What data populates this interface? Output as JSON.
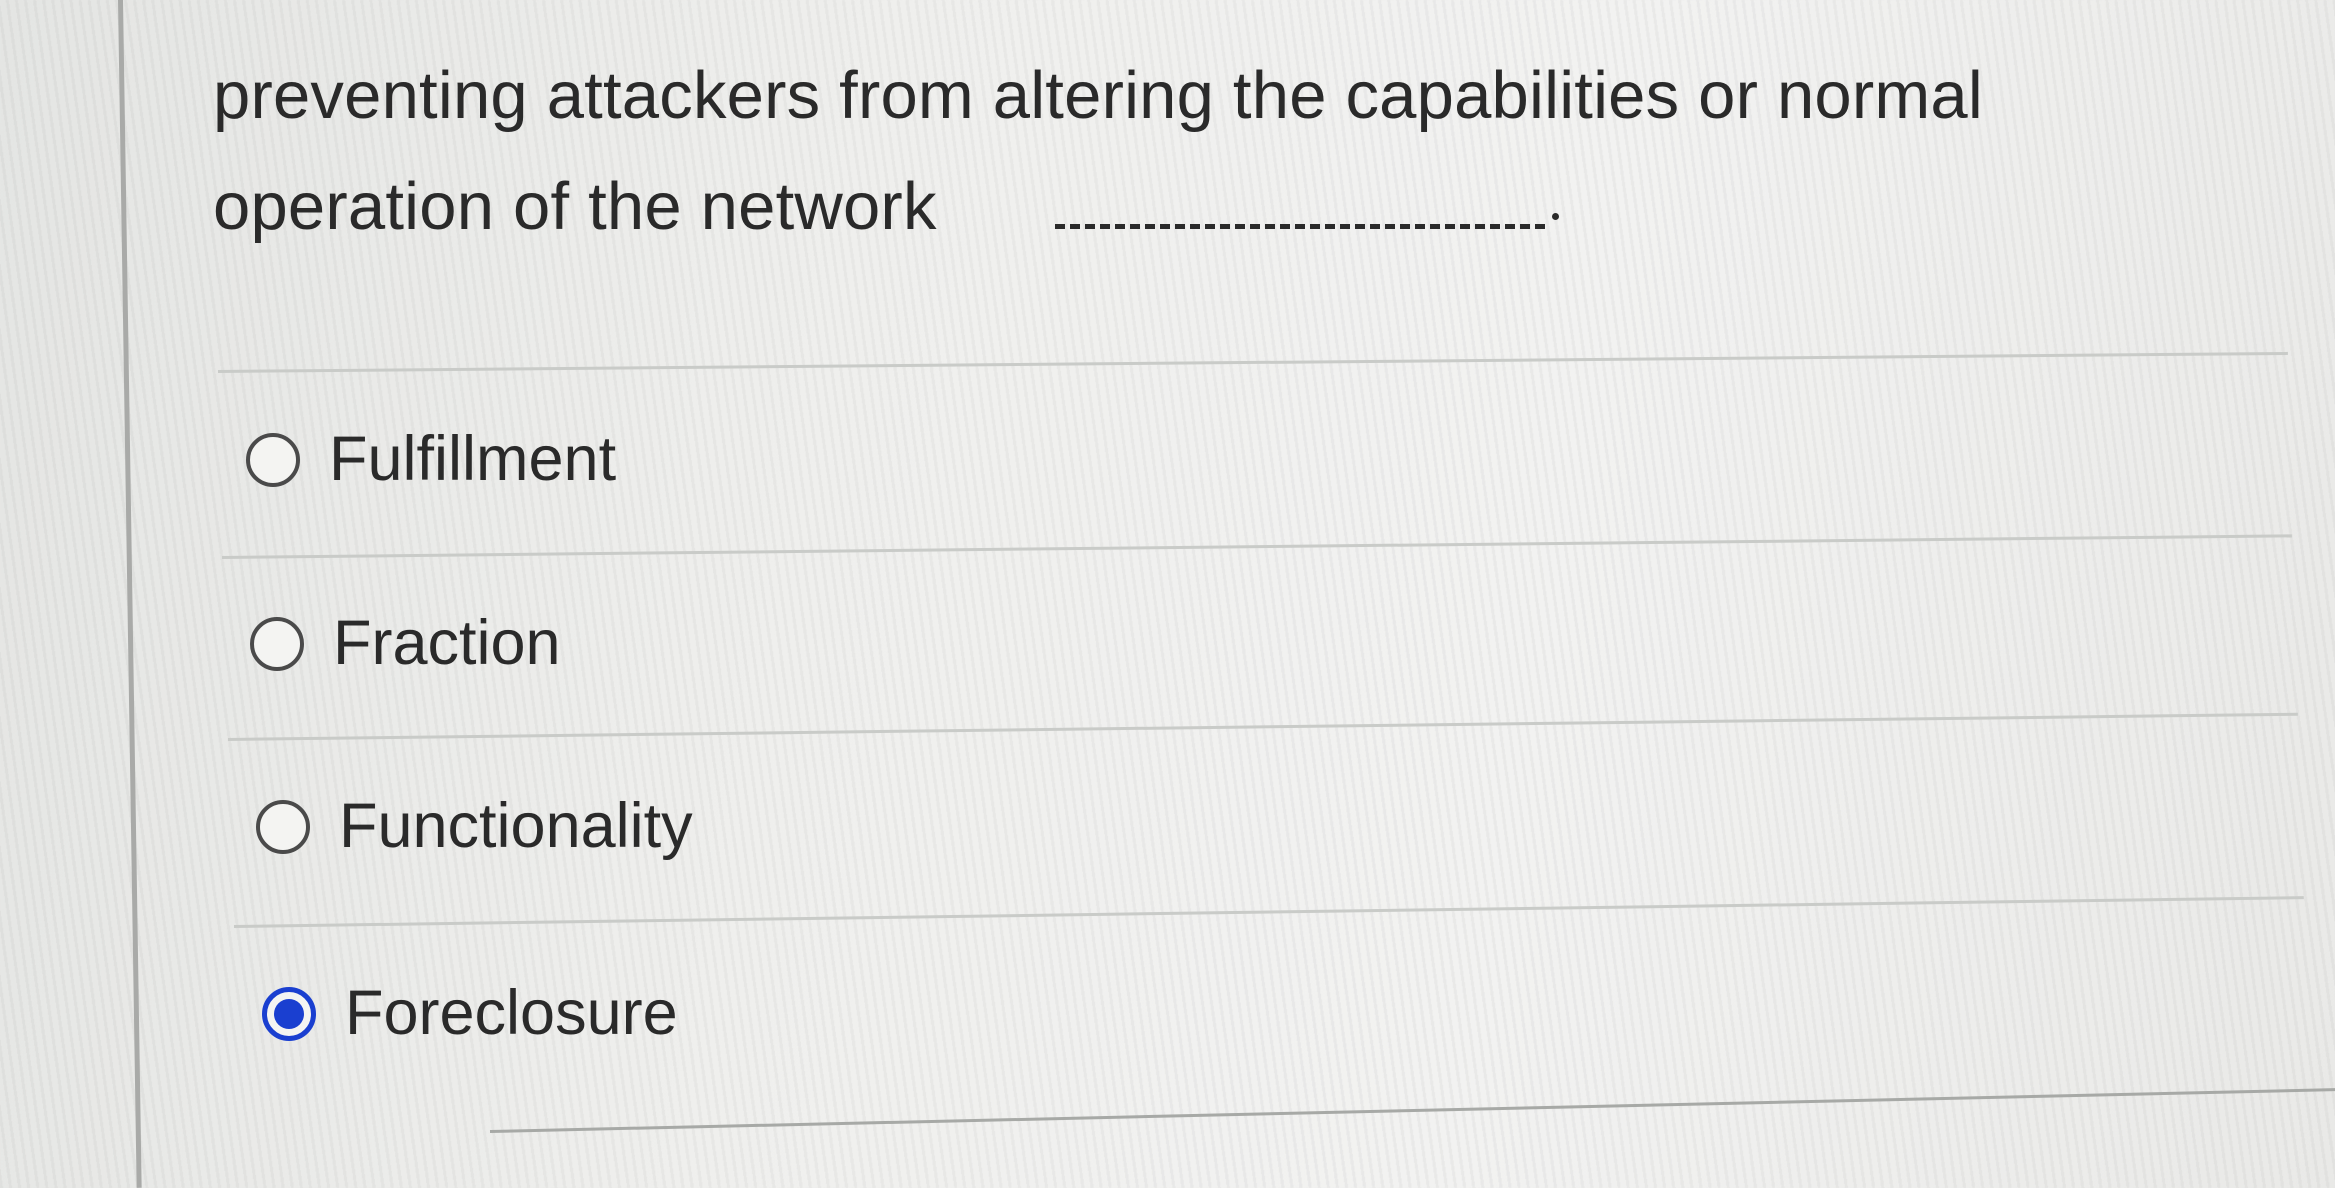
{
  "question": {
    "line1": "preventing attackers from altering the capabilities or normal",
    "line2": "operation of the network"
  },
  "options": [
    {
      "label": "Fulfillment",
      "selected": false
    },
    {
      "label": "Fraction",
      "selected": false
    },
    {
      "label": "Functionality",
      "selected": false
    },
    {
      "label": "Foreclosure",
      "selected": true
    }
  ],
  "colors": {
    "selected_radio": "#1a3fd0",
    "text": "#2a2a2a"
  }
}
